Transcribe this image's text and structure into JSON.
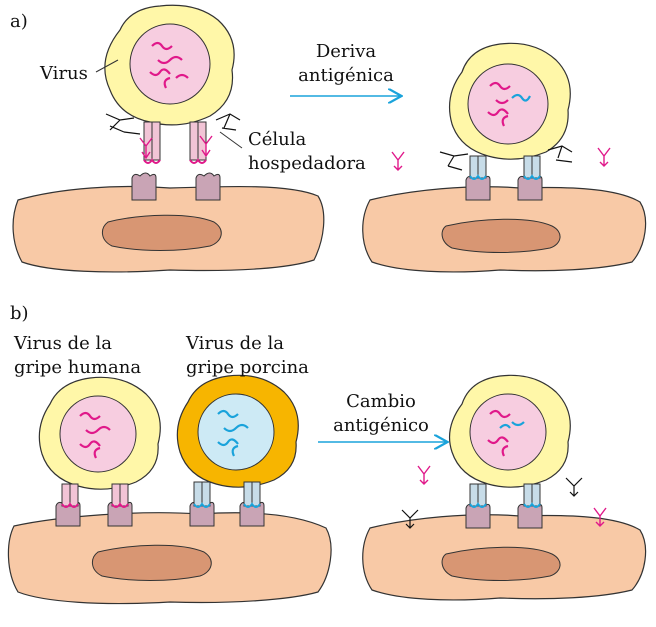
{
  "panel_a": {
    "label": "a)",
    "virus_label": "Virus",
    "arrow_line1": "Deriva",
    "arrow_line2": "antigénica",
    "cell_line1": "Célula",
    "cell_line2": "hospedadora"
  },
  "panel_b": {
    "label": "b)",
    "human_line1": "Virus de la",
    "human_line2": "gripe humana",
    "swine_line1": "Virus de la",
    "swine_line2": "gripe porcina",
    "arrow_line1": "Cambio",
    "arrow_line2": "antigénico"
  },
  "colors": {
    "envelope_yellow": "#FFF7A8",
    "envelope_orange": "#F7B500",
    "core_pink": "#F7CDE0",
    "core_blue": "#CDEAF5",
    "rna_magenta": "#E0198A",
    "rna_cyan": "#1AA3DB",
    "cell": "#F8C9A6",
    "nucleus": "#D89673",
    "arrow": "#1AA3DB"
  }
}
